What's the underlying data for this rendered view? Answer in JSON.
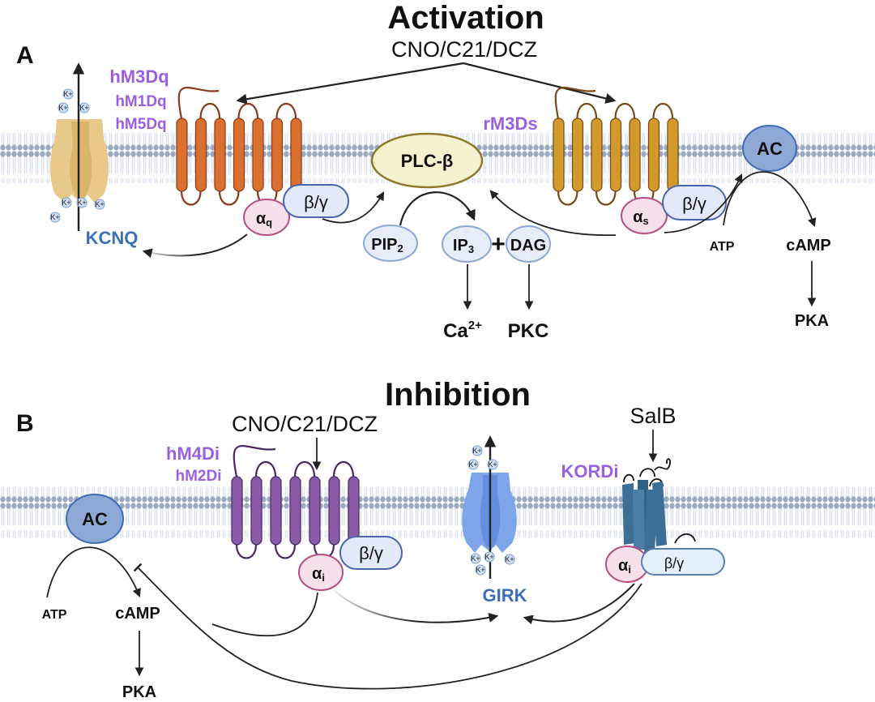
{
  "panel_a": {
    "label": "A",
    "title": "Activation",
    "ligand": "CNO/C21/DCZ",
    "gq_dreadds": [
      "hM3Dq",
      "hM1Dq",
      "hM5Dq"
    ],
    "gs_dreadd": "rM3Ds",
    "channel": "KCNQ",
    "ion": "K+",
    "gq_alpha": {
      "base": "α",
      "sub": "q"
    },
    "gs_alpha": {
      "base": "α",
      "sub": "s"
    },
    "beta_gamma": "β/γ",
    "plc": "PLC-β",
    "pip2": {
      "base": "PIP",
      "sub": "2"
    },
    "ip3": {
      "base": "IP",
      "sub": "3"
    },
    "plus": "+",
    "dag": "DAG",
    "calcium": {
      "base": "Ca",
      "sup": "2+"
    },
    "pkc": "PKC",
    "ac": "AC",
    "atp": "ATP",
    "camp": "cAMP",
    "pka": "PKA"
  },
  "panel_b": {
    "label": "B",
    "title": "Inhibition",
    "ligand": "CNO/C21/DCZ",
    "gi_dreadds": [
      "hM4Di",
      "hM2Di"
    ],
    "kor_ligand": "SalB",
    "kor_dreadd": "KORDi",
    "channel": "GIRK",
    "ion": "K+",
    "gi_alpha": {
      "base": "α",
      "sub": "i"
    },
    "beta_gamma": "β/γ",
    "ac": "AC",
    "atp": "ATP",
    "camp": "cAMP",
    "pka": "PKA"
  },
  "colors": {
    "gq_receptor": "#d9702f",
    "gs_receptor": "#d19a2a",
    "gi_receptor": "#8a5aa8",
    "kor_receptor": "#3d6f96",
    "dreadd_label": "#9b5fe0",
    "channel_label": "#3d6fb8",
    "kcnq_channel": "#e8c98a",
    "girk_channel": "#7ea4ea",
    "alpha_fill": "#f6e0ea",
    "beta_gamma_fill": "#e3e9f8",
    "plc_fill": "#f6f1cf",
    "ac_fill": "#8ea8d6",
    "membrane_head": "#9aaac0"
  }
}
